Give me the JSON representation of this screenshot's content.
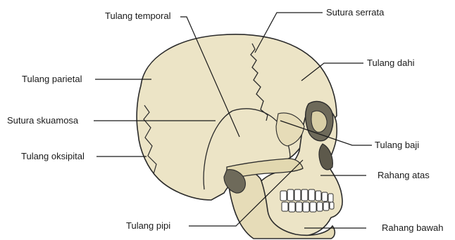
{
  "labels": {
    "tulang_temporal": "Tulang temporal",
    "sutura_serrata": "Sutura serrata",
    "tulang_dahi": "Tulang dahi",
    "tulang_parietal": "Tulang parietal",
    "sutura_skuamosa": "Sutura skuamosa",
    "tulang_baji": "Tulang baji",
    "tulang_oksipital": "Tulang oksipital",
    "rahang_atas": "Rahang atas",
    "tulang_pipi": "Tulang pipi",
    "rahang_bawah": "Rahang bawah"
  },
  "colors": {
    "bone": "#ece4c6",
    "bone_shadow": "#d9cfa6",
    "outline": "#2b2b2b",
    "leader_line": "#1a1a1a"
  }
}
